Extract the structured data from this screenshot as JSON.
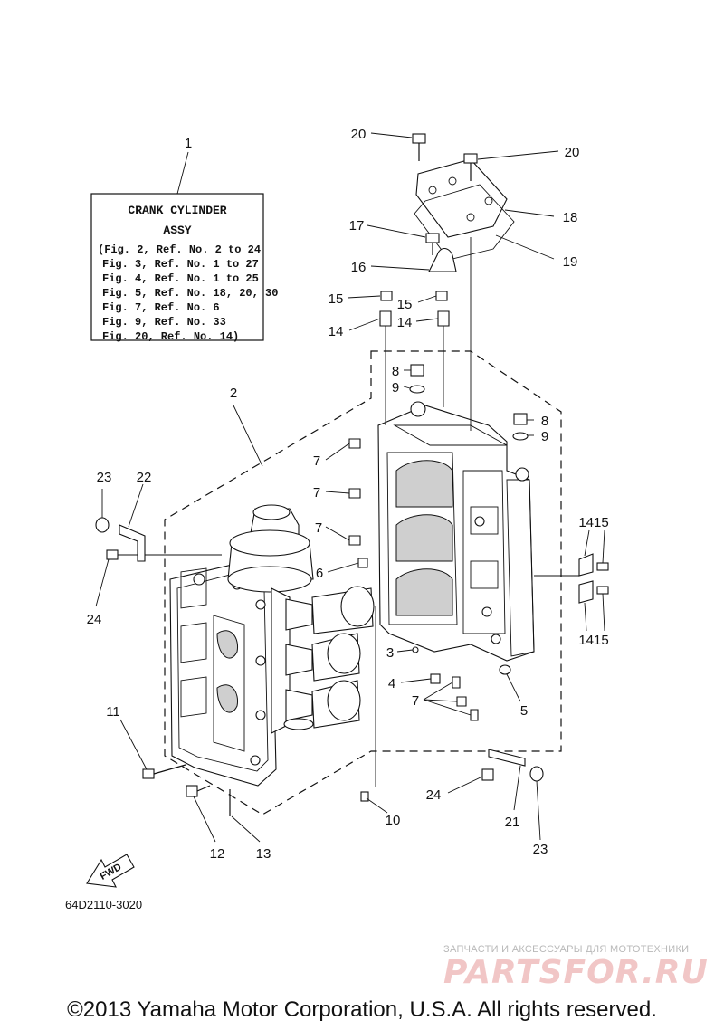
{
  "assy_box": {
    "title_line1": "CRANK CYLINDER",
    "title_line2": "ASSY",
    "lines": [
      "(Fig. 2, Ref. No. 2 to 24",
      "Fig. 3, Ref. No. 1 to 27",
      "Fig. 4, Ref. No. 1 to 25",
      "Fig. 5, Ref. No. 18, 20, 30",
      "Fig. 7, Ref. No. 6",
      "Fig. 9, Ref. No. 33",
      "Fig. 20, Ref. No. 14)"
    ]
  },
  "callouts": {
    "c1": "1",
    "c2": "2",
    "c3": "3",
    "c4": "4",
    "c5": "5",
    "c6": "6",
    "c7a": "7",
    "c7b": "7",
    "c7c": "7",
    "c7d": "7",
    "c8a": "8",
    "c8b": "8",
    "c9a": "9",
    "c9b": "9",
    "c10": "10",
    "c11": "11",
    "c12": "12",
    "c13": "13",
    "c14a": "14",
    "c14b": "14",
    "c1415a": "1415",
    "c1415b": "1415",
    "c15a": "15",
    "c15b": "15",
    "c16": "16",
    "c17": "17",
    "c18": "18",
    "c19": "19",
    "c20a": "20",
    "c20b": "20",
    "c21": "21",
    "c22": "22",
    "c23a": "23",
    "c23b": "23",
    "c24a": "24",
    "c24b": "24"
  },
  "fwd_label": "FWD",
  "diagram_code": "64D2110-3020",
  "watermark": {
    "line": "ЗАПЧАСТИ И АКСЕССУАРЫ ДЛЯ МОТОТЕХНИКИ",
    "logo": "PARTSFOR.RU"
  },
  "copyright": "©2013 Yamaha Motor Corporation, U.S.A. All rights reserved."
}
